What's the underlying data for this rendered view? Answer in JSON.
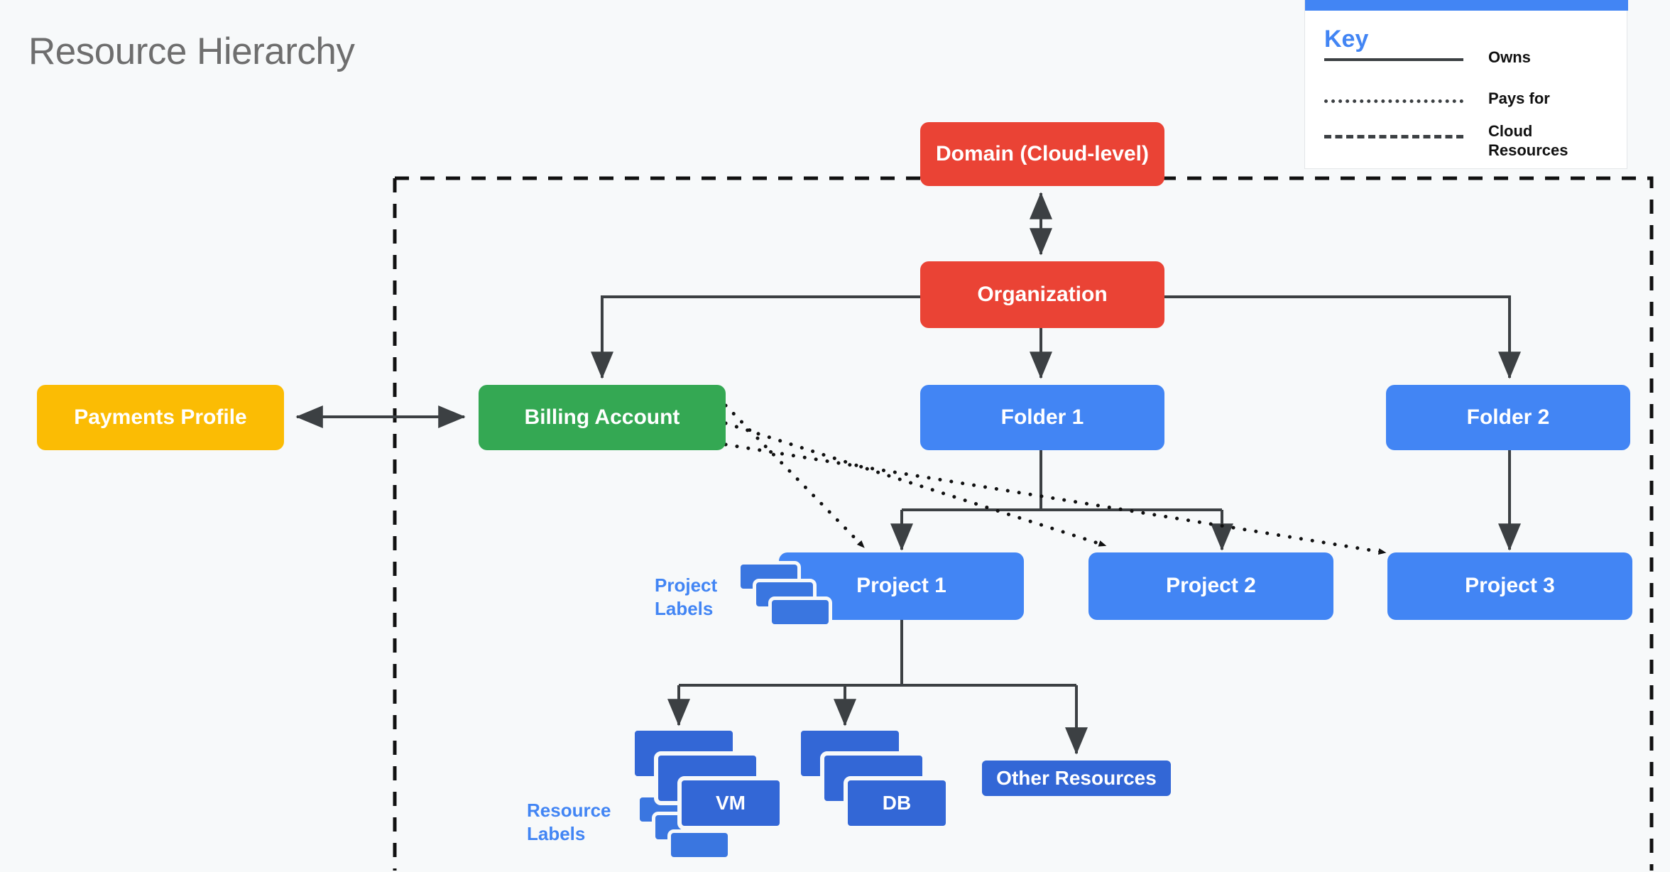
{
  "page": {
    "title": "Resource Hierarchy",
    "background": "#f7f9fa",
    "title_color": "#6e6e6e"
  },
  "colors": {
    "red": "#ea4335",
    "blue": "#4285f4",
    "dark_blue": "#3367d6",
    "green": "#34a853",
    "yellow": "#fbbc04",
    "edge": "#3c4043",
    "label_text": "#4285f4"
  },
  "legend": {
    "title": "Key",
    "accent_color": "#4285f4",
    "items": [
      {
        "style": "solid",
        "label": "Owns"
      },
      {
        "style": "dotted",
        "label": "Pays for"
      },
      {
        "style": "dashed",
        "label": "Cloud Resources"
      }
    ]
  },
  "nodes": {
    "domain": {
      "label": "Domain (Cloud-level)",
      "color": "#ea4335"
    },
    "organization": {
      "label": "Organization",
      "color": "#ea4335"
    },
    "payments": {
      "label": "Payments Profile",
      "color": "#fbbc04"
    },
    "billing": {
      "label": "Billing Account",
      "color": "#34a853"
    },
    "folder1": {
      "label": "Folder 1",
      "color": "#4285f4"
    },
    "folder2": {
      "label": "Folder 2",
      "color": "#4285f4"
    },
    "project1": {
      "label": "Project 1",
      "color": "#4285f4"
    },
    "project2": {
      "label": "Project 2",
      "color": "#4285f4"
    },
    "project3": {
      "label": "Project 3",
      "color": "#4285f4"
    },
    "vm": {
      "label": "VM",
      "color": "#3367d6"
    },
    "db": {
      "label": "DB",
      "color": "#3367d6"
    },
    "other": {
      "label": "Other Resources",
      "color": "#3367d6"
    }
  },
  "annotations": {
    "project_labels": "Project Labels",
    "resource_labels": "Resource Labels"
  },
  "edges": {
    "owns": [
      {
        "from": "organization",
        "to": "domain",
        "bidirectional": true
      },
      {
        "from": "payments",
        "to": "billing",
        "bidirectional": true
      },
      {
        "from": "organization",
        "to": "billing"
      },
      {
        "from": "organization",
        "to": "folder1"
      },
      {
        "from": "organization",
        "to": "folder2"
      },
      {
        "from": "folder1",
        "to": "project1"
      },
      {
        "from": "folder1",
        "to": "project2"
      },
      {
        "from": "folder2",
        "to": "project3"
      },
      {
        "from": "project1",
        "to": "vm"
      },
      {
        "from": "project1",
        "to": "db"
      },
      {
        "from": "project1",
        "to": "other"
      }
    ],
    "pays_for": [
      {
        "from": "billing",
        "to": "project1"
      },
      {
        "from": "billing",
        "to": "project2"
      },
      {
        "from": "billing",
        "to": "project3"
      }
    ]
  },
  "cloud_boundary": {
    "style": "dashed",
    "description": "Cloud Resources boundary"
  }
}
